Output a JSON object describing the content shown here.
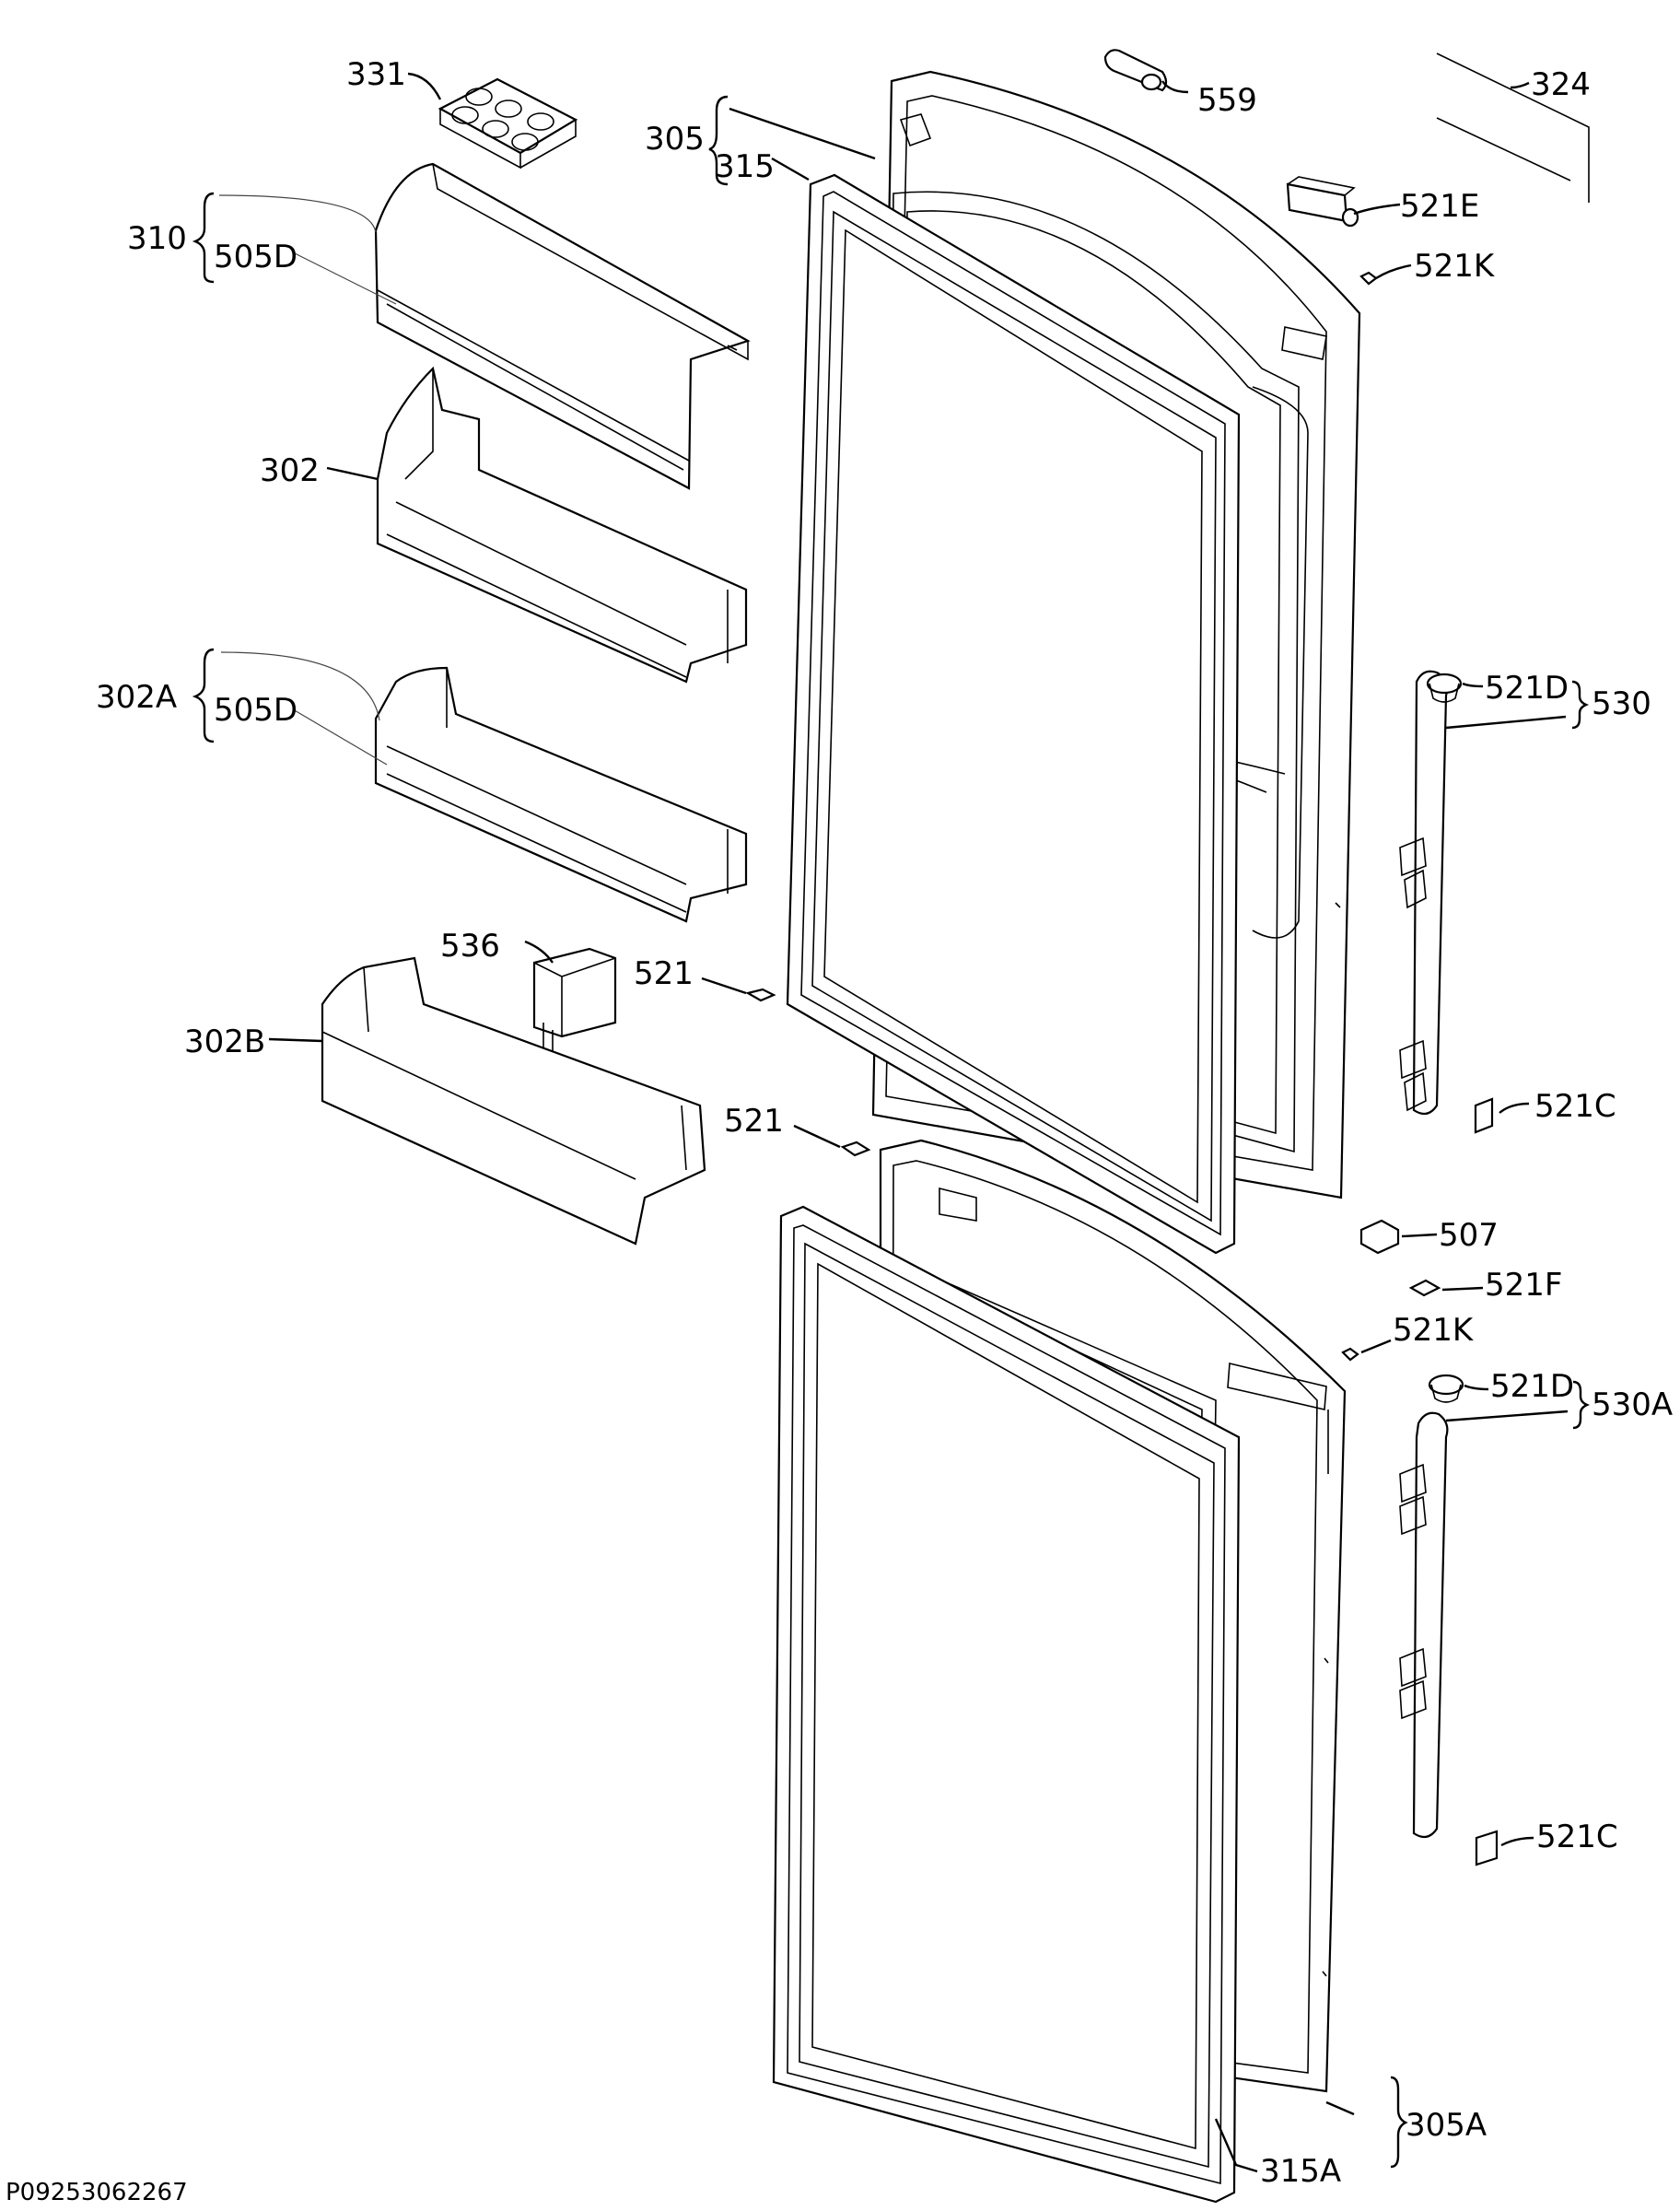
{
  "diagram": {
    "drawing_code": "P09253062267",
    "labels": {
      "l331": "331",
      "l305": "305",
      "l315": "315",
      "l559": "559",
      "l324": "324",
      "l310": "310",
      "l505d_a": "505D",
      "l521e": "521E",
      "l521k_a": "521K",
      "l302": "302",
      "l302a": "302A",
      "l505d_b": "505D",
      "l521d_a": "521D",
      "l530": "530",
      "l536": "536",
      "l521_a": "521",
      "l302b": "302B",
      "l521c_a": "521C",
      "l521_b": "521",
      "l507": "507",
      "l521f": "521F",
      "l521k_b": "521K",
      "l521d_b": "521D",
      "l530a": "530A",
      "l521c_b": "521C",
      "l315a": "315A",
      "l305a": "305A"
    }
  }
}
